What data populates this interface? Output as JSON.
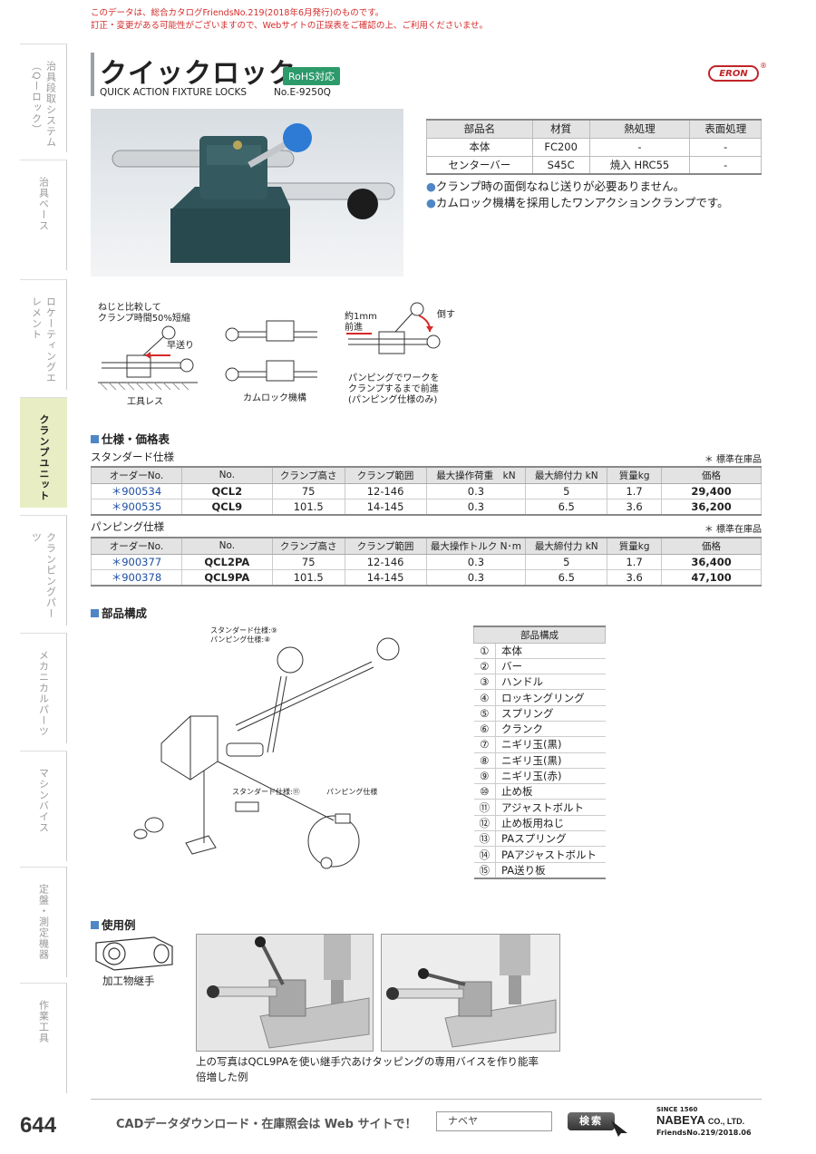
{
  "notice": {
    "line1": "このデータは、総合カタログFriendsNo.219(2018年6月発行)のものです。",
    "line2": "訂正・変更がある可能性がございますので、Webサイトの正誤表をご確認の上、ご利用くださいませ。"
  },
  "sidebar": {
    "tabs": [
      {
        "label": "治具段取システム（Qーロック）"
      },
      {
        "label": "治具ベース"
      },
      {
        "label": "ロケーティングエレメント"
      },
      {
        "label": "クランプユニット"
      },
      {
        "label": "クランピングパーツ"
      },
      {
        "label": "メカニカルパーツ"
      },
      {
        "label": "マシンバイス"
      },
      {
        "label": "定盤・測定機器"
      },
      {
        "label": "作業工具"
      }
    ]
  },
  "page_number": "644",
  "header": {
    "title": "クイックロック",
    "badge": "RoHS対応",
    "subtitle": "QUICK ACTION FIXTURE LOCKS",
    "code": "No.E-9250Q",
    "brand": "ERON",
    "brand_mark": "®"
  },
  "materials": {
    "headers": [
      "部品名",
      "材質",
      "熱処理",
      "表面処理"
    ],
    "rows": [
      [
        "本体",
        "FC200",
        "-",
        "-"
      ],
      [
        "センターバー",
        "S45C",
        "焼入 HRC55",
        "-"
      ]
    ]
  },
  "features": [
    "クランプ時の面倒なねじ送りが必要ありません。",
    "カムロック機構を採用したワンアクションクランプです。"
  ],
  "mechanism": {
    "cap1": "ねじと比較して",
    "cap1b": "クランプ時間50%短縮",
    "cap2": "早送り",
    "cap3": "工具レス",
    "cap4": "カムロック機構",
    "cap5": "約1mm",
    "cap5b": "前進",
    "cap6": "倒す",
    "cap7": "パンピングでワークを",
    "cap7b": "クランプするまで前進",
    "cap7c": "(パンピング仕様のみ)"
  },
  "spec_section": {
    "title": "仕様・価格表",
    "standard_label": "スタンダード仕様",
    "pumping_label": "パンピング仕様",
    "stock_note": "＊ 標準在庫品",
    "standard_headers": [
      "オーダーNo.",
      "No.",
      "クランプ高さ",
      "クランプ範囲",
      "最大操作荷重　kN",
      "最大締付力 kN",
      "質量kg",
      "価格"
    ],
    "pumping_headers": [
      "オーダーNo.",
      "No.",
      "クランプ高さ",
      "クランプ範囲",
      "最大操作トルク N･m",
      "最大締付力 kN",
      "質量kg",
      "価格"
    ],
    "standard_rows": [
      [
        "＊900534",
        "QCL2",
        "75",
        "12-146",
        "0.3",
        "5",
        "1.7",
        "29,400"
      ],
      [
        "＊900535",
        "QCL9",
        "101.5",
        "14-145",
        "0.3",
        "6.5",
        "3.6",
        "36,200"
      ]
    ],
    "pumping_rows": [
      [
        "＊900377",
        "QCL2PA",
        "75",
        "12-146",
        "0.3",
        "5",
        "1.7",
        "36,400"
      ],
      [
        "＊900378",
        "QCL9PA",
        "101.5",
        "14-145",
        "0.3",
        "6.5",
        "3.6",
        "47,100"
      ]
    ]
  },
  "parts_section": {
    "title": "部品構成",
    "header": "部品構成",
    "diagram_labels": {
      "std9": "スタンダード仕様:⑨",
      "pump8": "パンピング仕様:⑧",
      "std11": "スタンダード仕様:⑪",
      "pump": "パンピング仕様"
    },
    "rows": [
      [
        "①",
        "本体"
      ],
      [
        "②",
        "バー"
      ],
      [
        "③",
        "ハンドル"
      ],
      [
        "④",
        "ロッキングリング"
      ],
      [
        "⑤",
        "スプリング"
      ],
      [
        "⑥",
        "クランク"
      ],
      [
        "⑦",
        "ニギリ玉(黒)"
      ],
      [
        "⑧",
        "ニギリ玉(黒)"
      ],
      [
        "⑨",
        "ニギリ玉(赤)"
      ],
      [
        "⑩",
        "止め板"
      ],
      [
        "⑪",
        "アジャストボルト"
      ],
      [
        "⑫",
        "止め板用ねじ"
      ],
      [
        "⑬",
        "PAスプリング"
      ],
      [
        "⑭",
        "PAアジャストボルト"
      ],
      [
        "⑮",
        "PA送り板"
      ]
    ]
  },
  "usage_section": {
    "title": "使用例",
    "fitting_caption": "加工物継手",
    "caption_line1": "上の写真はQCL9PAを使い継手穴あけタッピングの専用バイスを作り能率",
    "caption_line2": "倍増した例"
  },
  "footer": {
    "cad_text": "CADデータダウンロード・在庫照会は Web サイトで！",
    "search_value": "ナベヤ",
    "search_button": "検索",
    "since": "SINCE 1560",
    "company": "NABEYA",
    "company_suffix": "CO., LTD.",
    "friends": "FriendsNo.219/2018.06"
  },
  "colors": {
    "notice": "#d42a2a",
    "accent_blue": "#4f86c6",
    "rohs_green": "#2c9a6a",
    "eron_red": "#c0242a",
    "active_tab": "#e8edc4"
  }
}
